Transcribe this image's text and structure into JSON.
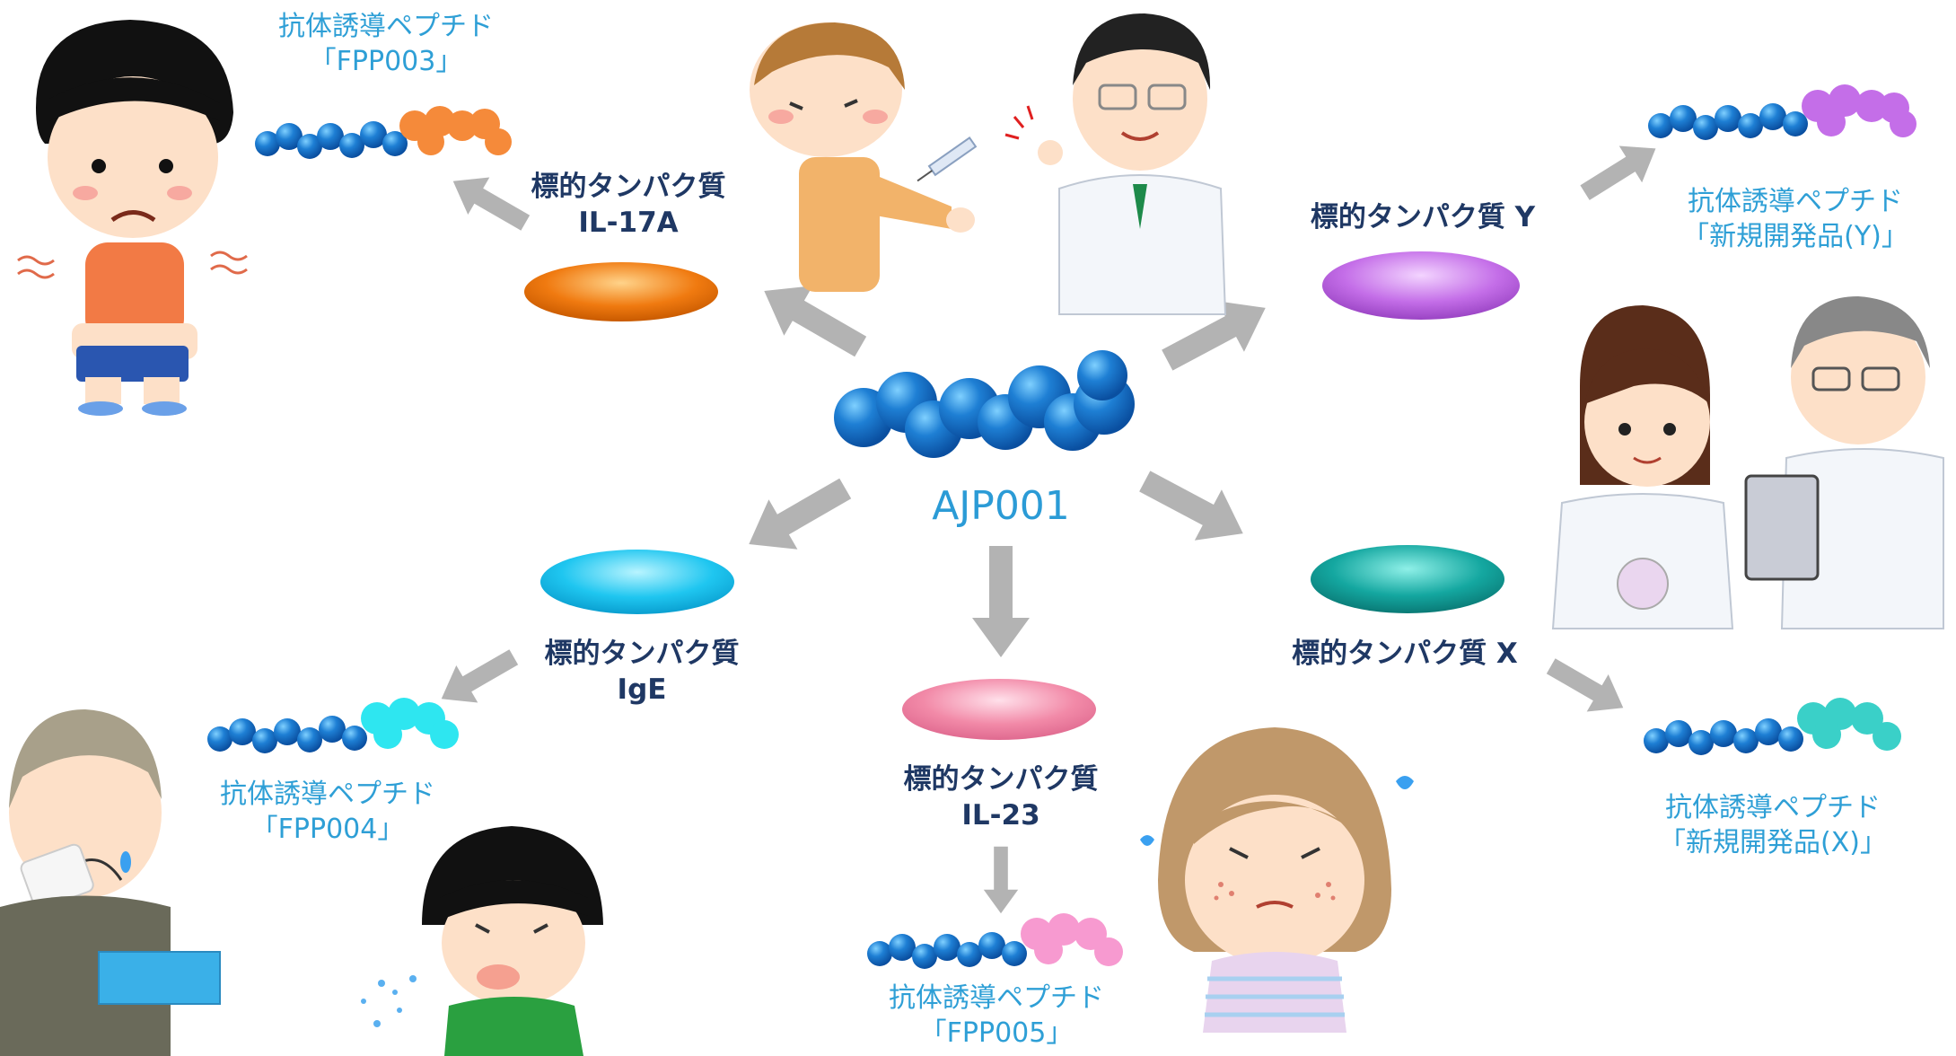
{
  "center": {
    "label": "AJP001"
  },
  "targets": {
    "il17a": {
      "line1": "標的タンパク質",
      "line2": "IL-17A"
    },
    "ige": {
      "line1": "標的タンパク質",
      "line2": "IgE"
    },
    "il23": {
      "line1": "標的タンパク質",
      "line2": "IL-23"
    },
    "y": {
      "line1": "標的タンパク質 Y"
    },
    "x": {
      "line1": "標的タンパク質 X"
    }
  },
  "peptides": {
    "fpp003": {
      "line1": "抗体誘導ペプチド",
      "line2": "「FPP003」"
    },
    "fpp004": {
      "line1": "抗体誘導ペプチド",
      "line2": "「FPP004」"
    },
    "fpp005": {
      "line1": "抗体誘導ペプチド",
      "line2": "「FPP005」"
    },
    "newy": {
      "line1": "抗体誘導ペプチド",
      "line2": "「新規開発品(Y)」"
    },
    "newx": {
      "line1": "抗体誘導ペプチド",
      "line2": "「新規開発品(X)」"
    }
  },
  "colors": {
    "chain_blue": "#1e7fd4",
    "il17a": "#f07a10",
    "ige": "#1fc6f0",
    "il23": "#f28aa8",
    "y": "#c46ee8",
    "x": "#14a7a0",
    "arrow": "#b3b3b3",
    "label_dark": "#1f3864",
    "label_peptide": "#2e9fd6"
  },
  "icons": [
    "boy-rash-icon",
    "boy-injection-icon",
    "doctor-icon",
    "researchers-icon",
    "old-man-allergy-icon",
    "boy-sneeze-icon",
    "girl-acne-icon"
  ]
}
